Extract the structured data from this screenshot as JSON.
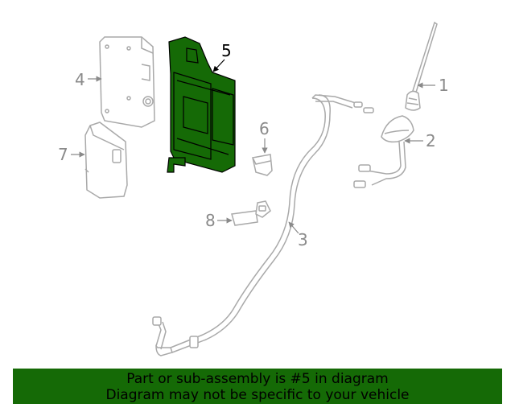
{
  "diagram": {
    "callouts": [
      {
        "id": "1",
        "label": "1"
      },
      {
        "id": "2",
        "label": "2"
      },
      {
        "id": "3",
        "label": "3"
      },
      {
        "id": "4",
        "label": "4"
      },
      {
        "id": "5",
        "label": "5"
      },
      {
        "id": "6",
        "label": "6"
      },
      {
        "id": "7",
        "label": "7"
      },
      {
        "id": "8",
        "label": "8"
      }
    ],
    "highlighted_part": "5",
    "colors": {
      "highlight_fill": "#156a06",
      "line_gray": "#a9a9a9",
      "label_gray": "#8a8a8a",
      "banner_bg": "#156a06"
    }
  },
  "banner": {
    "line1": "Part or sub-assembly is #5 in diagram",
    "line2": "Diagram may not be specific to your vehicle"
  }
}
